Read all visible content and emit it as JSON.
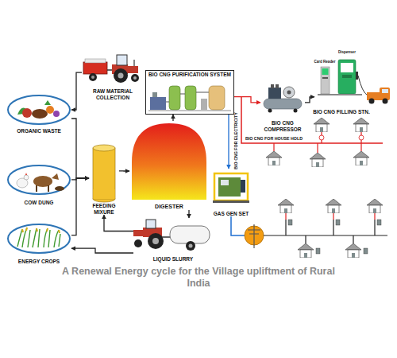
{
  "diagram": {
    "caption": "A Renewal Energy cycle for the Village upliftment of Rural India",
    "nodes": [
      {
        "text": [
          "RAW MATERIAL COLLECTION"
        ]
      },
      {
        "text": [
          "BIO CNG PURIFICATION SYSTEM"
        ]
      },
      {
        "text": [
          "BIO CNG COMPRESSOR"
        ]
      },
      {
        "text": [
          "BIO CNG FILLING STN."
        ]
      },
      {
        "text": [
          "ORGANIC WASTE"
        ]
      },
      {
        "text": [
          "DIGESTER"
        ]
      },
      {
        "text": [
          "COW DUNG"
        ]
      },
      {
        "text": [
          "FEEDING MIXURE"
        ]
      },
      {
        "text": [
          "GAS GEN SET"
        ]
      },
      {
        "text": [
          "ENERGY CROPS"
        ]
      },
      {
        "text": [
          "LIQUID SLURRY"
        ]
      }
    ],
    "edges": [
      {
        "from": 4,
        "to": 7,
        "arrow": "to"
      },
      {
        "from": 6,
        "to": 7,
        "arrow": "to"
      },
      {
        "from": 9,
        "to": 7,
        "arrow": "to"
      },
      {
        "from": 0,
        "to": 4,
        "arrow": "to"
      },
      {
        "from": 7,
        "to": 5,
        "arrow": "to"
      },
      {
        "from": 5,
        "to": 1,
        "arrow": "to"
      },
      {
        "from": 5,
        "to": 10,
        "arrow": "to"
      },
      {
        "from": 10,
        "to": 7,
        "arrow": "to"
      },
      {
        "from": 10,
        "to": 9,
        "arrow": "to"
      },
      {
        "from": 1,
        "to": 2,
        "arrow": "to"
      },
      {
        "from": 2,
        "to": 3,
        "arrow": "to"
      },
      {
        "from": 1,
        "to": 8,
        "arrow": "to"
      }
    ],
    "labels": [
      "Card Reader",
      "Dispenser",
      "BIO CNG FOR ELECTRICITY",
      "BIO CNG FOR HOUSE HOLD"
    ]
  }
}
